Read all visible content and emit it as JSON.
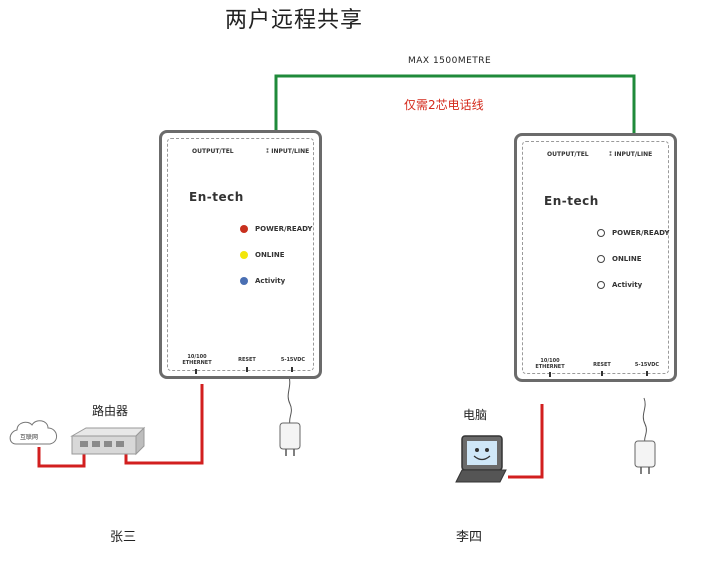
{
  "title": "两户远程共享",
  "line": {
    "max_distance": "MAX 1500METRE",
    "note": "仅需2芯电话线"
  },
  "device_left": {
    "port_output": "OUTPUT/TEL",
    "port_input": "INPUT/LINE",
    "brand": "En-tech",
    "leds": [
      {
        "label": "POWER/READY",
        "color": "#c8301e"
      },
      {
        "label": "ONLINE",
        "color": "#f2e60b"
      },
      {
        "label": "Activity",
        "color": "#4a6fb3"
      }
    ],
    "ports_bottom": [
      "10/100\nETHERNET",
      "RESET",
      "5-15VDC"
    ]
  },
  "device_right": {
    "port_output": "OUTPUT/TEL",
    "port_input": "INPUT/LINE",
    "brand": "En-tech",
    "leds": [
      {
        "label": "POWER/READY"
      },
      {
        "label": "ONLINE"
      },
      {
        "label": "Activity"
      }
    ],
    "ports_bottom": [
      "10/100\nETHERNET",
      "RESET",
      "5-15VDC"
    ]
  },
  "router_label": "路由器",
  "cloud_label": "互联网",
  "pc_label": "电脑",
  "person_left": "张三",
  "person_right": "李四",
  "colors": {
    "line_green": "#1f8a3a",
    "cable_red": "#d21f1f",
    "device_border": "#6b6b6b"
  }
}
